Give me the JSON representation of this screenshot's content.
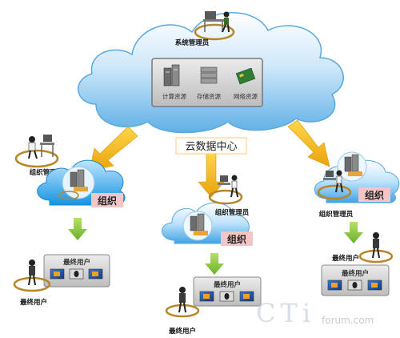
{
  "labels": {
    "sys_admin": "系统管理员",
    "compute": "计算资源",
    "storage": "存储资源",
    "network": "网络资源",
    "datacenter": "云数据中心",
    "org_admin": "组织管理员",
    "org": "组织",
    "end_users": "最终用户"
  },
  "watermark": {
    "brand": "CTi",
    "site": "forum.com"
  },
  "colors": {
    "cloud_main": "#7fc0ea",
    "cloud_edge": "#4a9fd8",
    "arrow_gold": "#f2b515",
    "arrow_green": "#8cc63f",
    "org_tag": "#f2c6c6",
    "ring": "#b8862a",
    "center_tag": "#ffe8c6"
  },
  "icons": [
    "person-at-desk-icon",
    "server-icon",
    "storage-icon",
    "network-card-icon",
    "windows-screen-icon",
    "linux-penguin-icon"
  ]
}
